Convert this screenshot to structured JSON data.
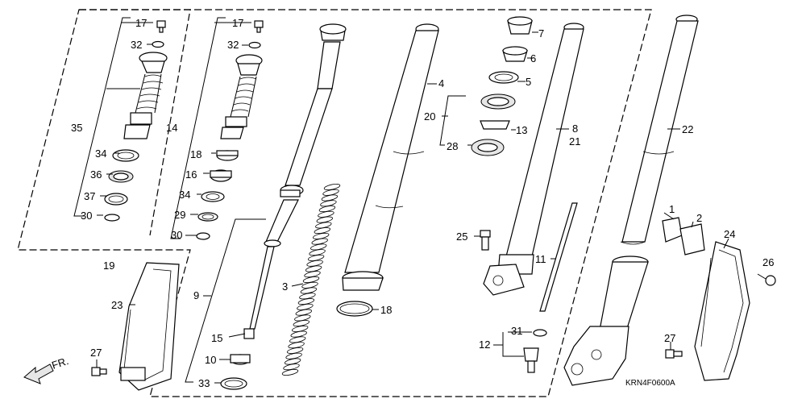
{
  "labels": {
    "p1": "1",
    "p2": "2",
    "p3": "3",
    "p4": "4",
    "p5": "5",
    "p6": "6",
    "p7": "7",
    "p8": "8",
    "p9": "9",
    "p10": "10",
    "p11": "11",
    "p12": "12",
    "p13": "13",
    "p14": "14",
    "p15": "15",
    "p16": "16",
    "p17a": "17",
    "p17b": "17",
    "p18a": "18",
    "p18b": "18",
    "p19": "19",
    "p20": "20",
    "p21": "21",
    "p22": "22",
    "p23": "23",
    "p24": "24",
    "p25": "25",
    "p26": "26",
    "p27a": "27",
    "p27b": "27",
    "p28": "28",
    "p29": "29",
    "p30a": "30",
    "p30b": "30",
    "p31": "31",
    "p32a": "32",
    "p32b": "32",
    "p33": "33",
    "p34a": "34",
    "p34b": "34",
    "p35": "35",
    "p36": "36",
    "p37": "37"
  },
  "direction_label": "FR.",
  "diagram_code": "KRN4F0600A"
}
